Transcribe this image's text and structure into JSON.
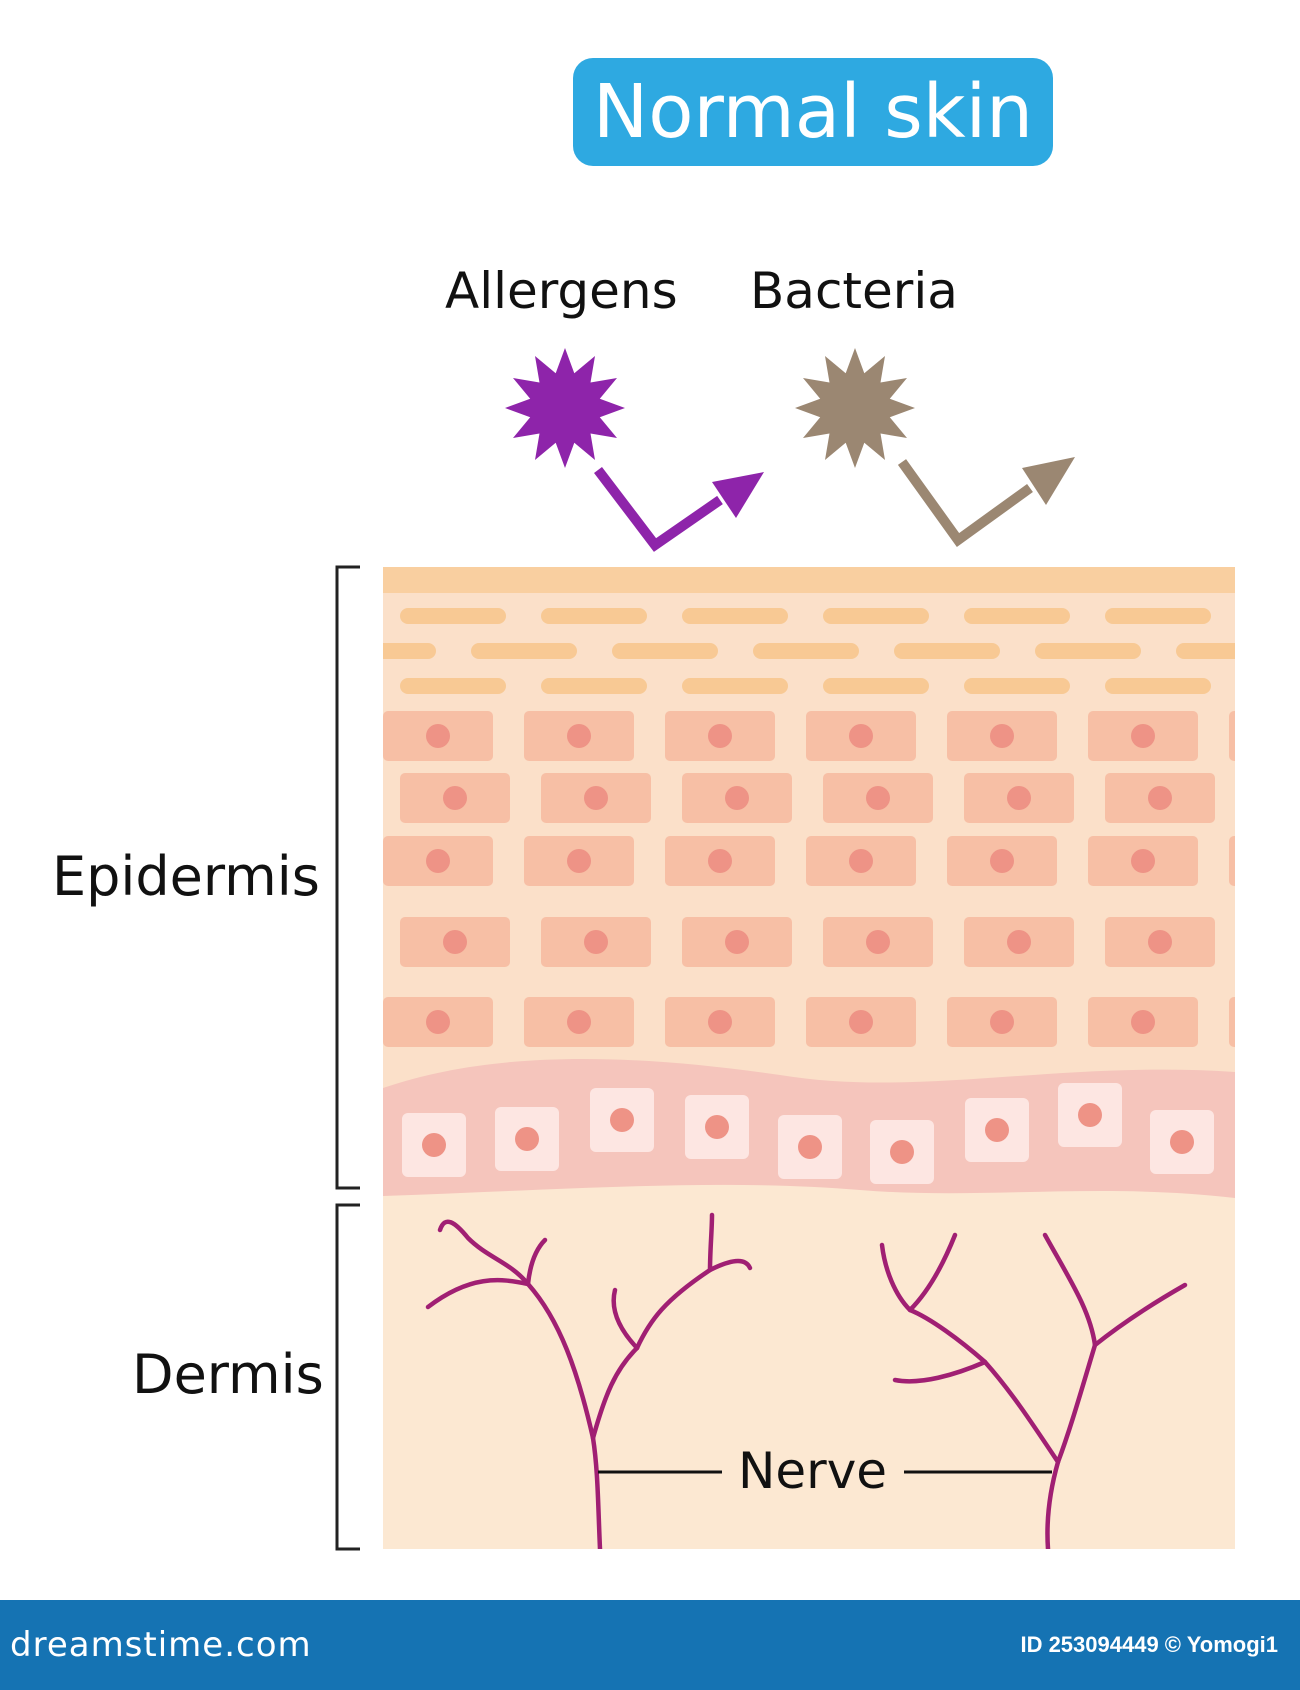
{
  "title": "Normal skin",
  "labels": {
    "allergens": "Allergens",
    "bacteria": "Bacteria",
    "epidermis": "Epidermis",
    "dermis": "Dermis",
    "nerve": "Nerve"
  },
  "footer": {
    "brand": "dreamstime.com",
    "credit": "ID 253094449 © Yomogi1"
  },
  "colors": {
    "title_badge": "#2ea9e1",
    "allergen": "#8e24aa",
    "bacteria": "#9b8772",
    "stratum_corneum": "#f9cfa0",
    "epidermis_bg": "#fbe0c9",
    "flat_cell": "#f8c994",
    "cell": "#f7bfa5",
    "nucleus": "#ee9386",
    "basal_layer": "#f5c5bc",
    "basal_cell": "#fde6e2",
    "dermis_bg": "#fce8d2",
    "nerve": "#a01f73",
    "footer_bg": "#1573b3"
  },
  "icons": {
    "allergen": "spiky-particle-icon",
    "bacteria": "spiky-particle-icon",
    "deflect": "bent-arrow-icon"
  }
}
